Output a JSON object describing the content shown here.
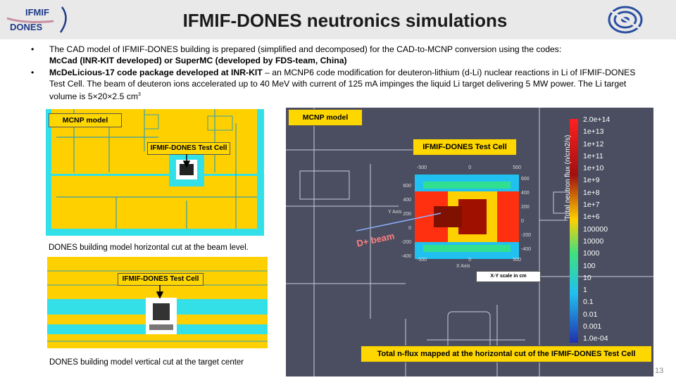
{
  "slide": {
    "title": "IFMIF-DONES neutronics simulations",
    "page_number": "13"
  },
  "logos": {
    "left_top": "IFMIF",
    "left_bottom": "DONES"
  },
  "bullets": {
    "b1_text": "The CAD model of IFMIF-DONES building is prepared (simplified and decomposed) for the CAD-to-MCNP conversion using the codes:",
    "b1_bold": "McCad (INR-KIT developed) or SuperMC (developed by FDS-team, China)",
    "b2_bold": "McDeLicious-17 code package developed at INR-KIT",
    "b2_text": " – an MCNP6 code modification for deuteron-lithium (d-Li) nuclear reactions in Li of IFMIF-DONES Test Cell. The beam of deuteron ions accelerated up to 40 MeV with current of 125 mA impinges the liquid Li target delivering 5 MW power. The Li target volume is 5×20×2.5 cm",
    "b2_sup": "3"
  },
  "left_panel": {
    "mcnp_label": "MCNP model",
    "test_cell_label": "IFMIF-DONES Test Cell",
    "caption": "DONES building model horizontal cut at the beam level."
  },
  "left_panel2": {
    "test_cell_label": "IFMIF-DONES Test Cell",
    "caption": "DONES building model vertical cut at the target center"
  },
  "right_panel": {
    "mcnp_label": "MCNP model",
    "test_cell_label": "IFMIF-DONES Test Cell",
    "beam_label": "D+ beam",
    "scale_label": "X-Y scale in cm",
    "bottom_caption": "Total n-flux mapped at the horizontal cut of the IFMIF-DONES Test Cell",
    "colorbar_title": "Total neutron flux (n/cm2/s)",
    "colorbar_ticks": [
      "2.0e+14",
      "1e+13",
      "1e+12",
      "1e+11",
      "1e+10",
      "1e+9",
      "1e+8",
      "1e+7",
      "1e+6",
      "100000",
      "10000",
      "1000",
      "100",
      "10",
      "1",
      "0.1",
      "0.01",
      "0.001",
      "1.0e-04"
    ],
    "axis_ticks_left": [
      "600",
      "400",
      "200",
      "0",
      "-200",
      "-400"
    ],
    "axis_ticks_right": [
      "600",
      "400",
      "200",
      "0",
      "-200",
      "-400"
    ],
    "axis_ticks_top": [
      "-500",
      "0",
      "500"
    ],
    "axis_ticks_bottom": [
      "-500",
      "0",
      "500"
    ],
    "axis_label_x": "X Axis",
    "axis_label_y": "Y Axis"
  },
  "colors": {
    "yellow": "#ffd000",
    "cyan": "#33e0e8",
    "dark_bg": "#4a4e60",
    "header_bg": "#e9e9e9"
  }
}
